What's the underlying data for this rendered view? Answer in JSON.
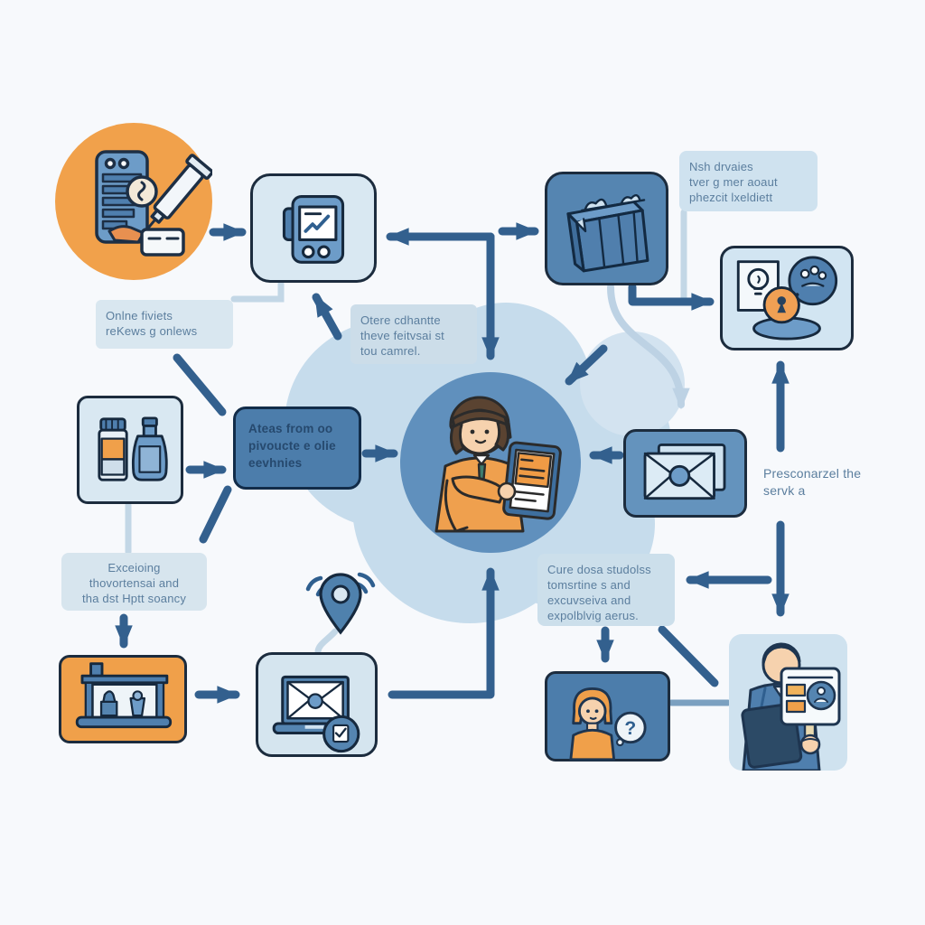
{
  "background": "#f7f9fc",
  "palette": {
    "arrow": "#33608e",
    "pale_connector": "#c3d7e6",
    "dark_outline": "#1c2c3e",
    "light_box": "#d7e6f1",
    "medium_blue_box": "#4c7dab",
    "orange": "#f0a04a",
    "cloud": "#c6dcec",
    "center_circle": "#6090bd",
    "note_text": "#5b7e9e"
  },
  "nodes": {
    "pharmacy_badge": {
      "icon": "pharmacy-kiosk-syringe-icon"
    },
    "terminal": {
      "icon": "payment-terminal-check-icon"
    },
    "package": {
      "icon": "shopping-bag-icon"
    },
    "insight": {
      "icon": "lightbulb-lock-magnifier-icon"
    },
    "medicines": {
      "icon": "medicine-bottles-icon"
    },
    "alerts": {
      "lines": [
        "Ateas  from oo",
        "pivoucte e olie",
        "eevhnies"
      ]
    },
    "patient": {
      "icon": "woman-reading-tablet-icon"
    },
    "mail": {
      "icon": "envelopes-icon"
    },
    "factory": {
      "icon": "dispensing-machine-icon"
    },
    "laptop_mail": {
      "icon": "laptop-email-icon"
    },
    "location": {
      "icon": "location-pin-signal-icon"
    },
    "question_person": {
      "icon": "woman-question-icon",
      "bubble": "?"
    },
    "id_person": {
      "icon": "man-id-card-icon"
    }
  },
  "notes": {
    "online_reviews": {
      "lines": [
        "Onlne fiviets",
        "reKews g onlews"
      ]
    },
    "deliveries": {
      "lines": [
        "Nsh drvaies",
        "tver g mer aoaut",
        "phezcit lxeldiett"
      ]
    },
    "care_chat": {
      "lines": [
        "Otere cdhantte",
        "theve feitvsai st",
        "tou camrel."
      ]
    },
    "personalize": {
      "lines": [
        "Presconarzel the",
        "servk a"
      ]
    },
    "exceptions": {
      "lines": [
        "Exceioing",
        "thovortensai and",
        "tha dst Hptt soancy"
      ]
    },
    "case_studies": {
      "lines": [
        "Cure dosa studolss",
        "tomsrtine s and",
        "excuvseiva and",
        "expolblvig aerus."
      ]
    }
  }
}
